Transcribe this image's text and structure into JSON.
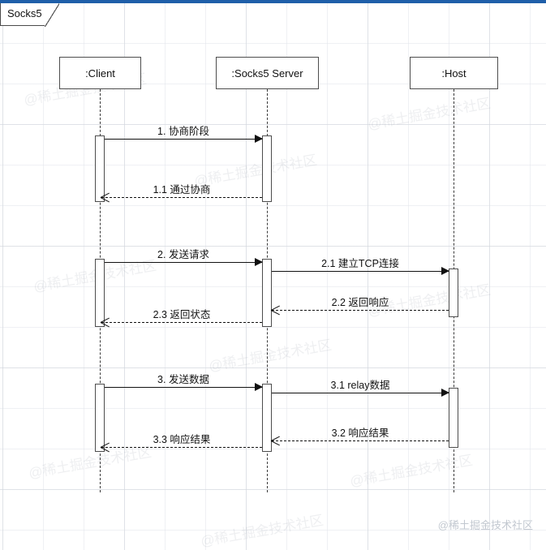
{
  "window": {
    "tab_label": "Socks5",
    "accent_color": "#1f5fa9"
  },
  "diagram": {
    "type": "sequence-diagram",
    "watermark_main": "@稀土掘金技术社区",
    "watermark_faint": "@稀土掘金技术社区",
    "participants": [
      {
        "name": "client",
        "label": ":Client"
      },
      {
        "name": "server",
        "label": ":Socks5 Server"
      },
      {
        "name": "host",
        "label": ":Host"
      }
    ],
    "messages": [
      {
        "id": "m1",
        "label": "1. 协商阶段",
        "from": "client",
        "to": "server",
        "style": "solid",
        "direction": "right"
      },
      {
        "id": "m1_1",
        "label": "1.1 通过协商",
        "from": "server",
        "to": "client",
        "style": "dashed",
        "direction": "left"
      },
      {
        "id": "m2",
        "label": "2. 发送请求",
        "from": "client",
        "to": "server",
        "style": "solid",
        "direction": "right"
      },
      {
        "id": "m2_1",
        "label": "2.1 建立TCP连接",
        "from": "server",
        "to": "host",
        "style": "solid",
        "direction": "right"
      },
      {
        "id": "m2_2",
        "label": "2.2 返回响应",
        "from": "host",
        "to": "server",
        "style": "dashed",
        "direction": "left"
      },
      {
        "id": "m2_3",
        "label": "2.3 返回状态",
        "from": "server",
        "to": "client",
        "style": "dashed",
        "direction": "left"
      },
      {
        "id": "m3",
        "label": "3. 发送数据",
        "from": "client",
        "to": "server",
        "style": "solid",
        "direction": "right"
      },
      {
        "id": "m3_1",
        "label": "3.1 relay数据",
        "from": "server",
        "to": "host",
        "style": "solid",
        "direction": "right"
      },
      {
        "id": "m3_2",
        "label": "3.2 响应结果",
        "from": "host",
        "to": "server",
        "style": "dashed",
        "direction": "left"
      },
      {
        "id": "m3_3",
        "label": "3.3 响应结果",
        "from": "server",
        "to": "client",
        "style": "dashed",
        "direction": "left"
      }
    ]
  }
}
